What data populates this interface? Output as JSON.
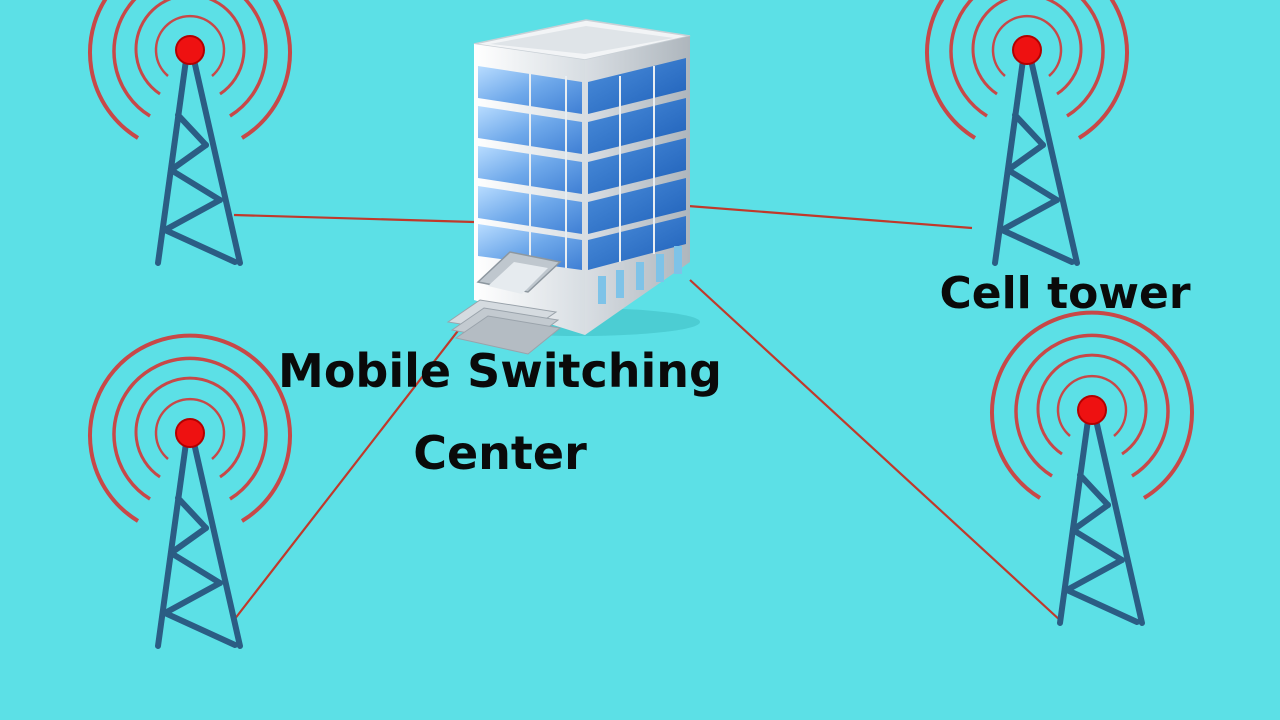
{
  "labels": {
    "msc_line1": "Mobile Switching",
    "msc_line2": "Center",
    "tower": "Cell tower"
  },
  "colors": {
    "background": "#5ce0e6",
    "link": "#c0392b",
    "tower": "#2b5d84",
    "signal": "#c84848",
    "beacon": "#ee1111",
    "text": "#0a0a0a"
  },
  "nodes": [
    {
      "id": "tower-top-left",
      "type": "cell-tower"
    },
    {
      "id": "tower-top-right",
      "type": "cell-tower"
    },
    {
      "id": "tower-bottom-left",
      "type": "cell-tower"
    },
    {
      "id": "tower-bottom-right",
      "type": "cell-tower"
    },
    {
      "id": "msc",
      "type": "mobile-switching-center-building"
    }
  ],
  "edges": [
    {
      "from": "msc",
      "to": "tower-top-left"
    },
    {
      "from": "msc",
      "to": "tower-top-right"
    },
    {
      "from": "msc",
      "to": "tower-bottom-left"
    },
    {
      "from": "msc",
      "to": "tower-bottom-right"
    }
  ]
}
